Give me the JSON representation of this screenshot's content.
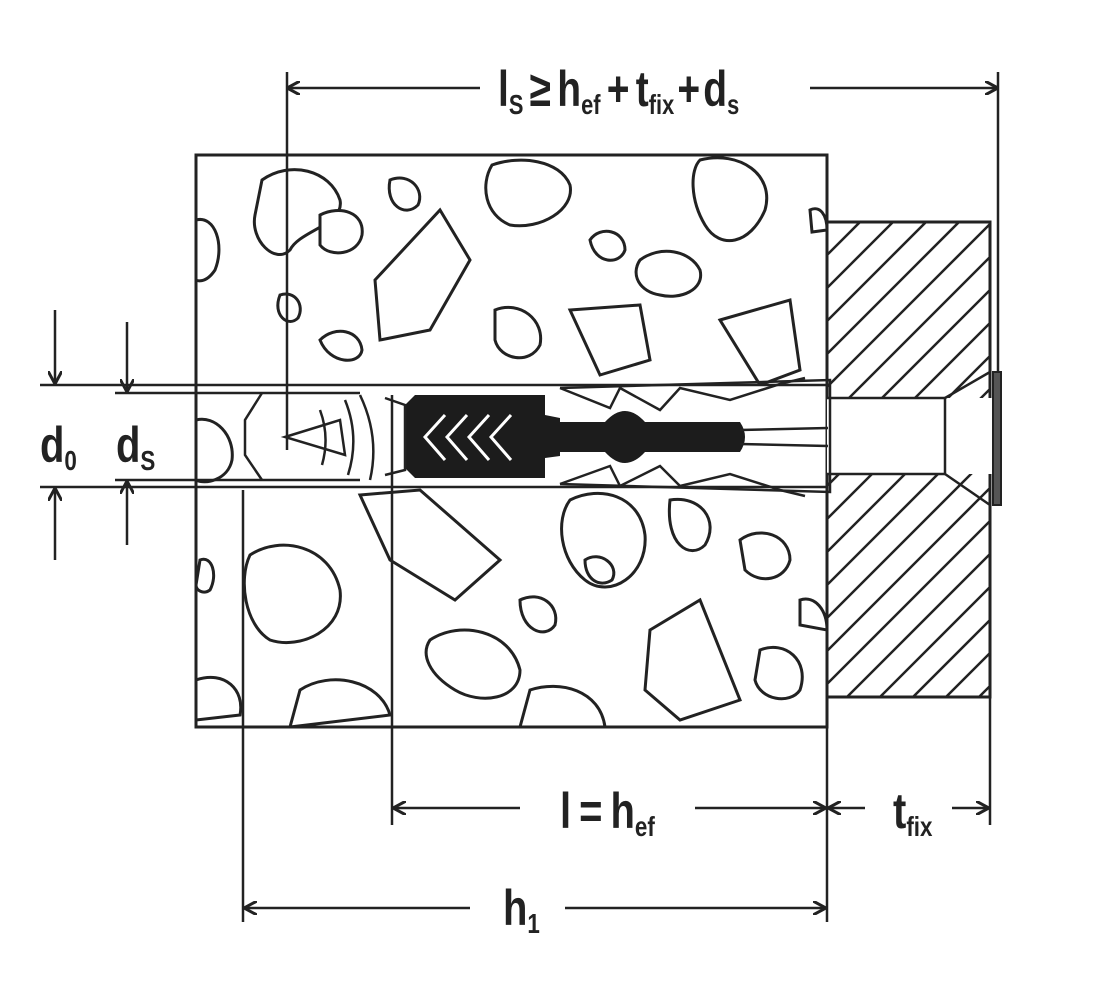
{
  "diagram": {
    "title": "Installation diagram of plug anchor with screw through fixture",
    "colors": {
      "ink": "#222222",
      "background": "#ffffff",
      "anchor_body": "#1c1c1c"
    },
    "labels": {
      "screw_length": {
        "main": "l",
        "main_sub": "S",
        "op": "≥",
        "t1": "h",
        "t1_sub": "ef",
        "plus1": "+",
        "t2": "t",
        "t2_sub": "fix",
        "plus2": "+",
        "t3": "d",
        "t3_sub": "s"
      },
      "drill_diameter": {
        "main": "d",
        "sub": "0"
      },
      "screw_diameter": {
        "main": "d",
        "sub": "S"
      },
      "anchor_length": {
        "main": "l",
        "op": "=",
        "t1": "h",
        "t1_sub": "ef"
      },
      "fixture_thickness": {
        "main": "t",
        "sub": "fix"
      },
      "hole_depth": {
        "main": "h",
        "sub": "1"
      }
    }
  }
}
